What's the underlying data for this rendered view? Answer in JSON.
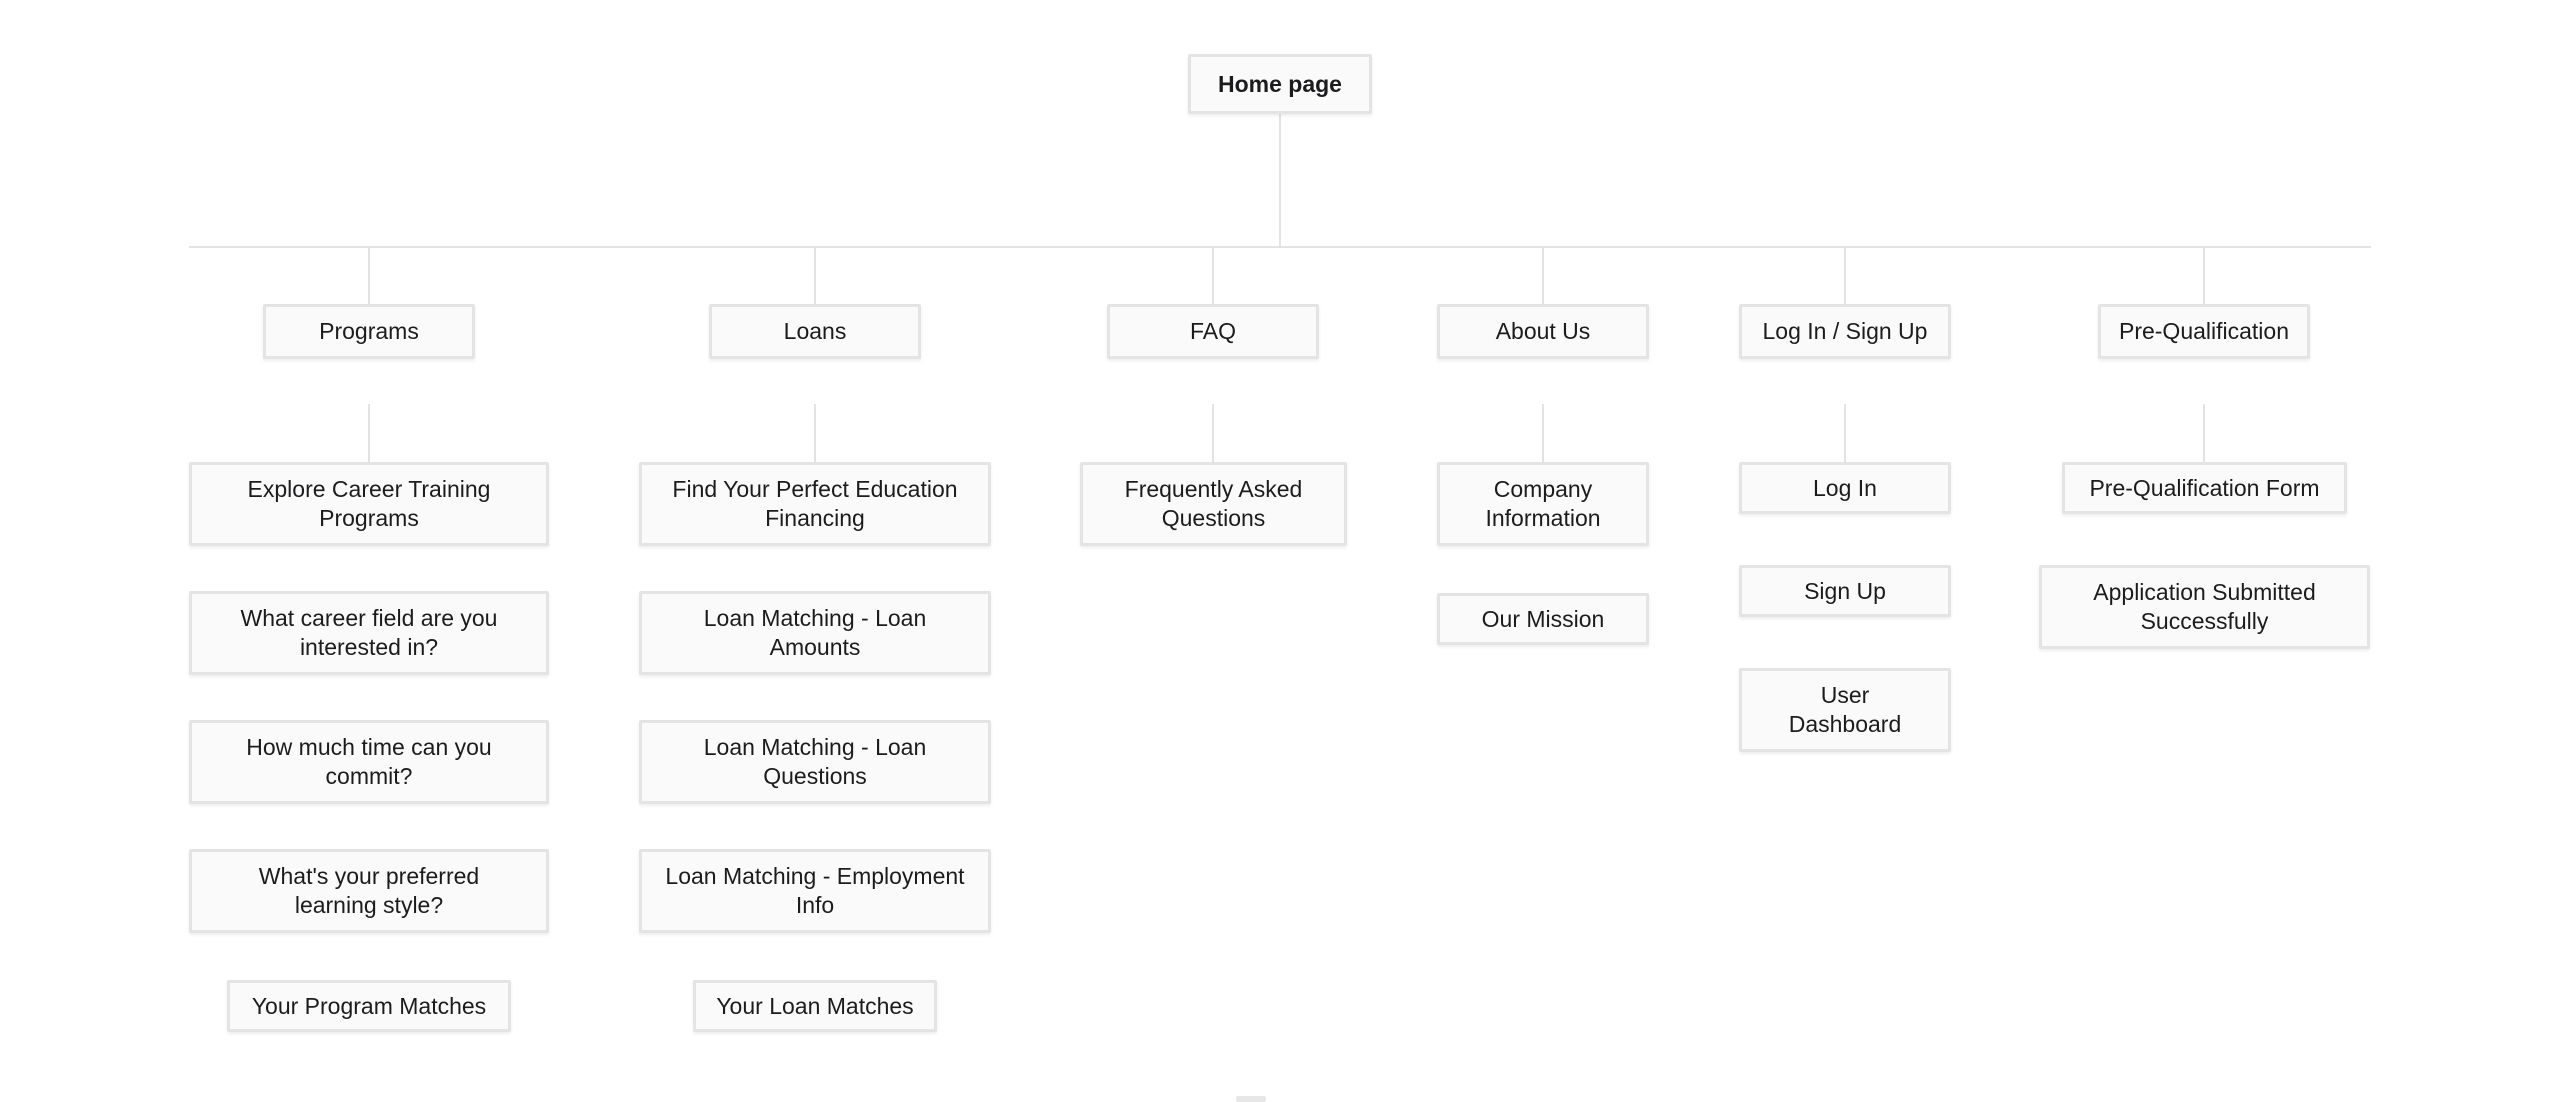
{
  "palette": {
    "background": "#ffffff",
    "node_background": "#fafafa",
    "node_border": "#e4e4e4",
    "node_text": "#1c1c1e",
    "connector_line": "#e3e3e3"
  },
  "sitemap": {
    "root": "Home page",
    "sections": [
      {
        "label": "Programs",
        "children": [
          "Explore Career Training\nPrograms",
          "What career field are you\ninterested in?",
          "How much time can you\ncommit?",
          "What's your preferred\nlearning style?",
          "Your Program Matches"
        ]
      },
      {
        "label": "Loans",
        "children": [
          "Find Your Perfect Education\nFinancing",
          "Loan Matching - Loan\nAmounts",
          "Loan Matching - Loan\nQuestions",
          "Loan Matching - Employment\nInfo",
          "Your Loan Matches"
        ]
      },
      {
        "label": "FAQ",
        "children": [
          "Frequently Asked\nQuestions"
        ]
      },
      {
        "label": "About Us",
        "children": [
          "Company\nInformation",
          "Our Mission"
        ]
      },
      {
        "label": "Log In / Sign Up",
        "children": [
          "Log In",
          "Sign Up",
          "User\nDashboard"
        ]
      },
      {
        "label": "Pre-Qualification",
        "children": [
          "Pre-Qualification Form",
          "Application Submitted\nSuccessfully"
        ]
      }
    ]
  }
}
